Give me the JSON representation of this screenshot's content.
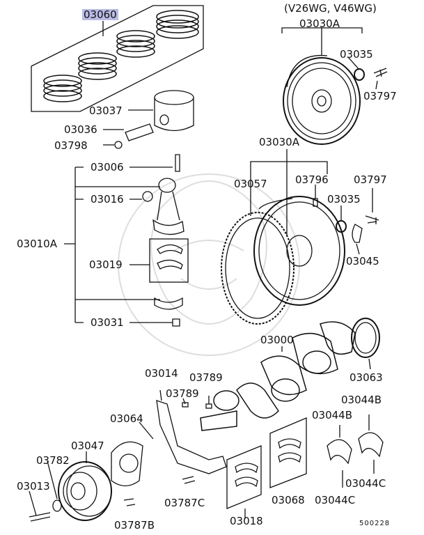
{
  "variant_note": "(V26WG, V46WG)",
  "diagram_code": "500228",
  "watermark": "decorative emblem (faint)",
  "parts": {
    "p03060": "03060",
    "p03030A_top": "03030A",
    "p03035_top": "03035",
    "p03797_top": "03797",
    "p03037": "03037",
    "p03036": "03036",
    "p03798": "03798",
    "p03030A_mid": "03030A",
    "p03006": "03006",
    "p03057": "03057",
    "p03796": "03796",
    "p03797_mid": "03797",
    "p03016": "03016",
    "p03035_mid": "03035",
    "p03010A": "03010A",
    "p03019": "03019",
    "p03045": "03045",
    "p03031": "03031",
    "p03000": "03000",
    "p03063": "03063",
    "p03014": "03014",
    "p03789_a": "03789",
    "p03789_b": "03789",
    "p03044B_a": "03044B",
    "p03044B_b": "03044B",
    "p03064": "03064",
    "p03047": "03047",
    "p03782": "03782",
    "p03013": "03013",
    "p03787C": "03787C",
    "p03787B": "03787B",
    "p03018": "03018",
    "p03068": "03068",
    "p03044C_a": "03044C",
    "p03044C_b": "03044C"
  },
  "colors": {
    "highlight": "#b9bbe6",
    "line": "#111111"
  }
}
